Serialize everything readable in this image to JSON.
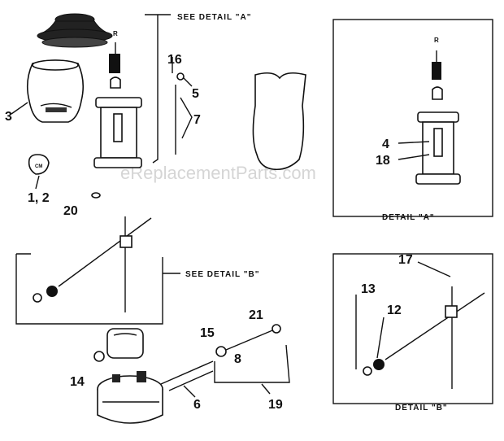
{
  "watermark": "eReplacementParts.com",
  "references": {
    "see_detail_a": "SEE DETAIL \"A\"",
    "see_detail_b": "SEE DETAIL \"B\"",
    "detail_a": "DETAIL \"A\"",
    "detail_b": "DETAIL \"B\""
  },
  "callouts": {
    "c16": "16",
    "c5": "5",
    "c7": "7",
    "c3": "3",
    "c1_2": "1, 2",
    "c20": "20",
    "c4": "4",
    "c18": "18",
    "c17": "17",
    "c13": "13",
    "c12": "12",
    "c15": "15",
    "c8": "8",
    "c21": "21",
    "c14": "14",
    "c6": "6",
    "c19": "19"
  }
}
